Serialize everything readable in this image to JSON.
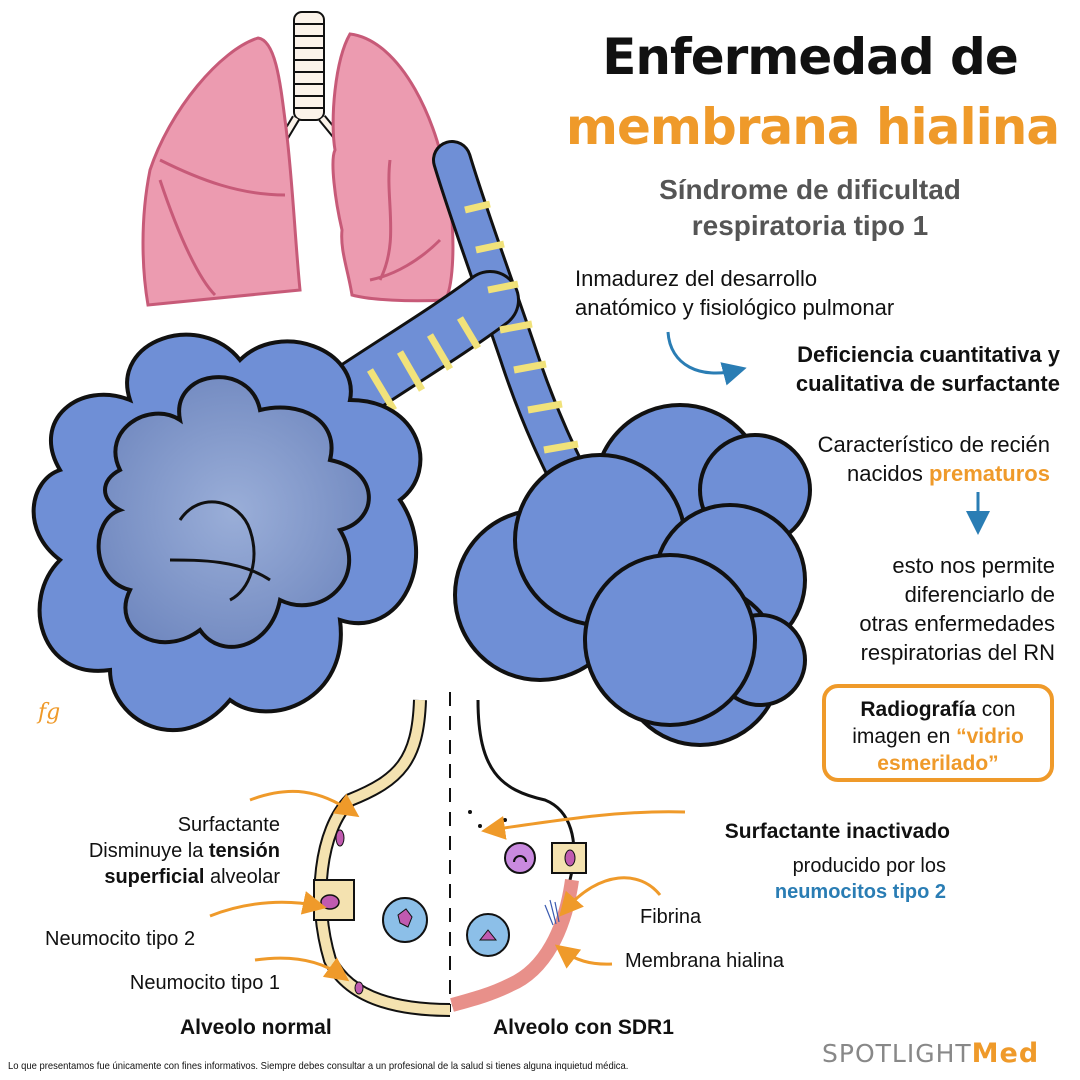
{
  "title": {
    "line1": "Enfermedad de",
    "line2": "membrana hialina",
    "subtitle_line1": "Síndrome de dificultad",
    "subtitle_line2": "respiratoria tipo 1"
  },
  "right_panel": {
    "inmadurez_line1": "Inmadurez del desarrollo",
    "inmadurez_line2": "anatómico y fisiológico pulmonar",
    "deficiencia_line1": "Deficiencia cuantitativa y",
    "deficiencia_line2": "cualitativa de surfactante",
    "caracteristico_line1": "Característico de recién",
    "caracteristico_line2_prefix": "nacidos ",
    "caracteristico_highlight": "prematuros",
    "esto_lines": [
      "esto nos permite",
      "diferenciarlo de",
      "otras enfermedades",
      "respiratorias del RN"
    ],
    "radiografia_bold": "Radiografía",
    "radiografia_rest": " con",
    "radiografia_line2_prefix": "imagen en ",
    "radiografia_highlight_1": "“vidrio",
    "radiografia_highlight_2": "esmerilado”"
  },
  "labels_normal": {
    "surfactante": "Surfactante",
    "disminuye_prefix": "Disminuye la ",
    "disminuye_bold": "tensión",
    "superficial_bold": "superficial",
    "superficial_rest": " alveolar",
    "neumocito2": "Neumocito tipo 2",
    "neumocito1": "Neumocito tipo 1",
    "caption": "Alveolo normal"
  },
  "labels_sdr": {
    "surfactante_inactivado": "Surfactante inactivado",
    "producido": "producido por los",
    "neumocitos_highlight": "neumocitos tipo 2",
    "fibrina": "Fibrina",
    "membrana": "Membrana hialina",
    "caption": "Alveolo con SDR1"
  },
  "footer": {
    "disclaimer": "Lo que presentamos fue únicamente con fines informativos. Siempre debes consultar a un profesional de la salud si tienes alguna inquietud médica.",
    "logo_spot": "SPOTLIGHT",
    "logo_med": "Med"
  },
  "signature": "fg",
  "colors": {
    "accent_orange": "#ef9a2a",
    "accent_blue": "#2a7db4",
    "lung_pink": "#ec9bb0",
    "alveolus_blue": "#6f8fd6",
    "cartilage_yellow": "#f1e27a",
    "hyaline_membrane": "#e8908a"
  }
}
